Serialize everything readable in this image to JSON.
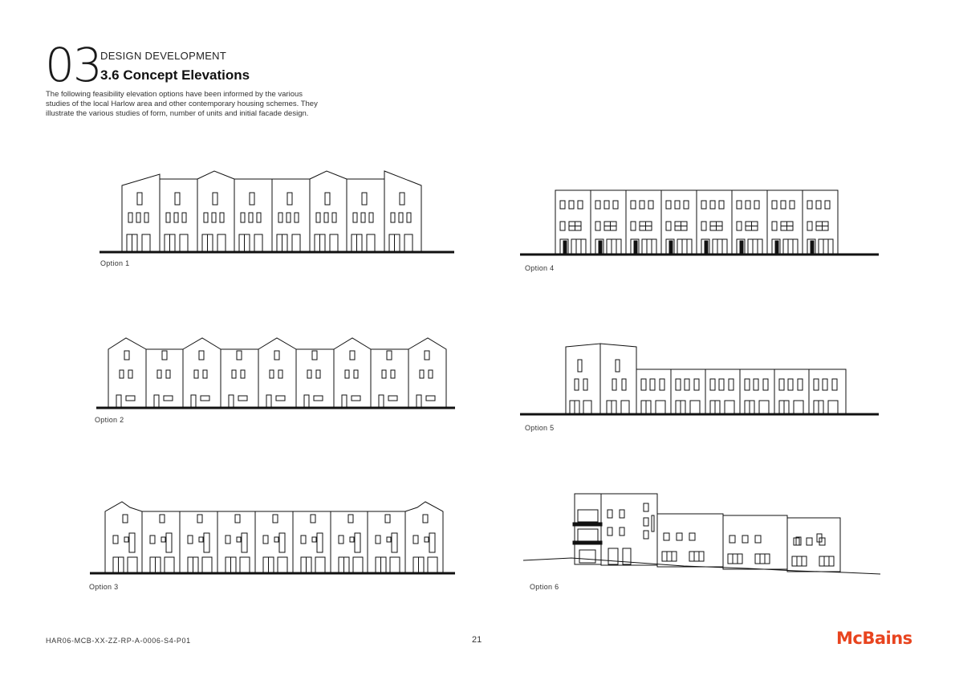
{
  "header": {
    "section_number": "03",
    "section_label": "DESIGN DEVELOPMENT",
    "title": "3.6 Concept Elevations",
    "intro": "The following feasibility elevation options have been informed by the various studies of the local Harlow area and other contemporary housing schemes. They illustrate the various studies of form, number of units and initial facade design."
  },
  "options": [
    {
      "label": "Option 1"
    },
    {
      "label": "Option 2"
    },
    {
      "label": "Option 3"
    },
    {
      "label": "Option 4"
    },
    {
      "label": "Option 5"
    },
    {
      "label": "Option 6"
    }
  ],
  "footer": {
    "doc_ref": "HAR06-MCB-XX-ZZ-RP-A-0006-S4-P01",
    "page_number": "21",
    "logo": "McBains"
  },
  "colors": {
    "brand": "#e8441f",
    "line": "#111111"
  }
}
